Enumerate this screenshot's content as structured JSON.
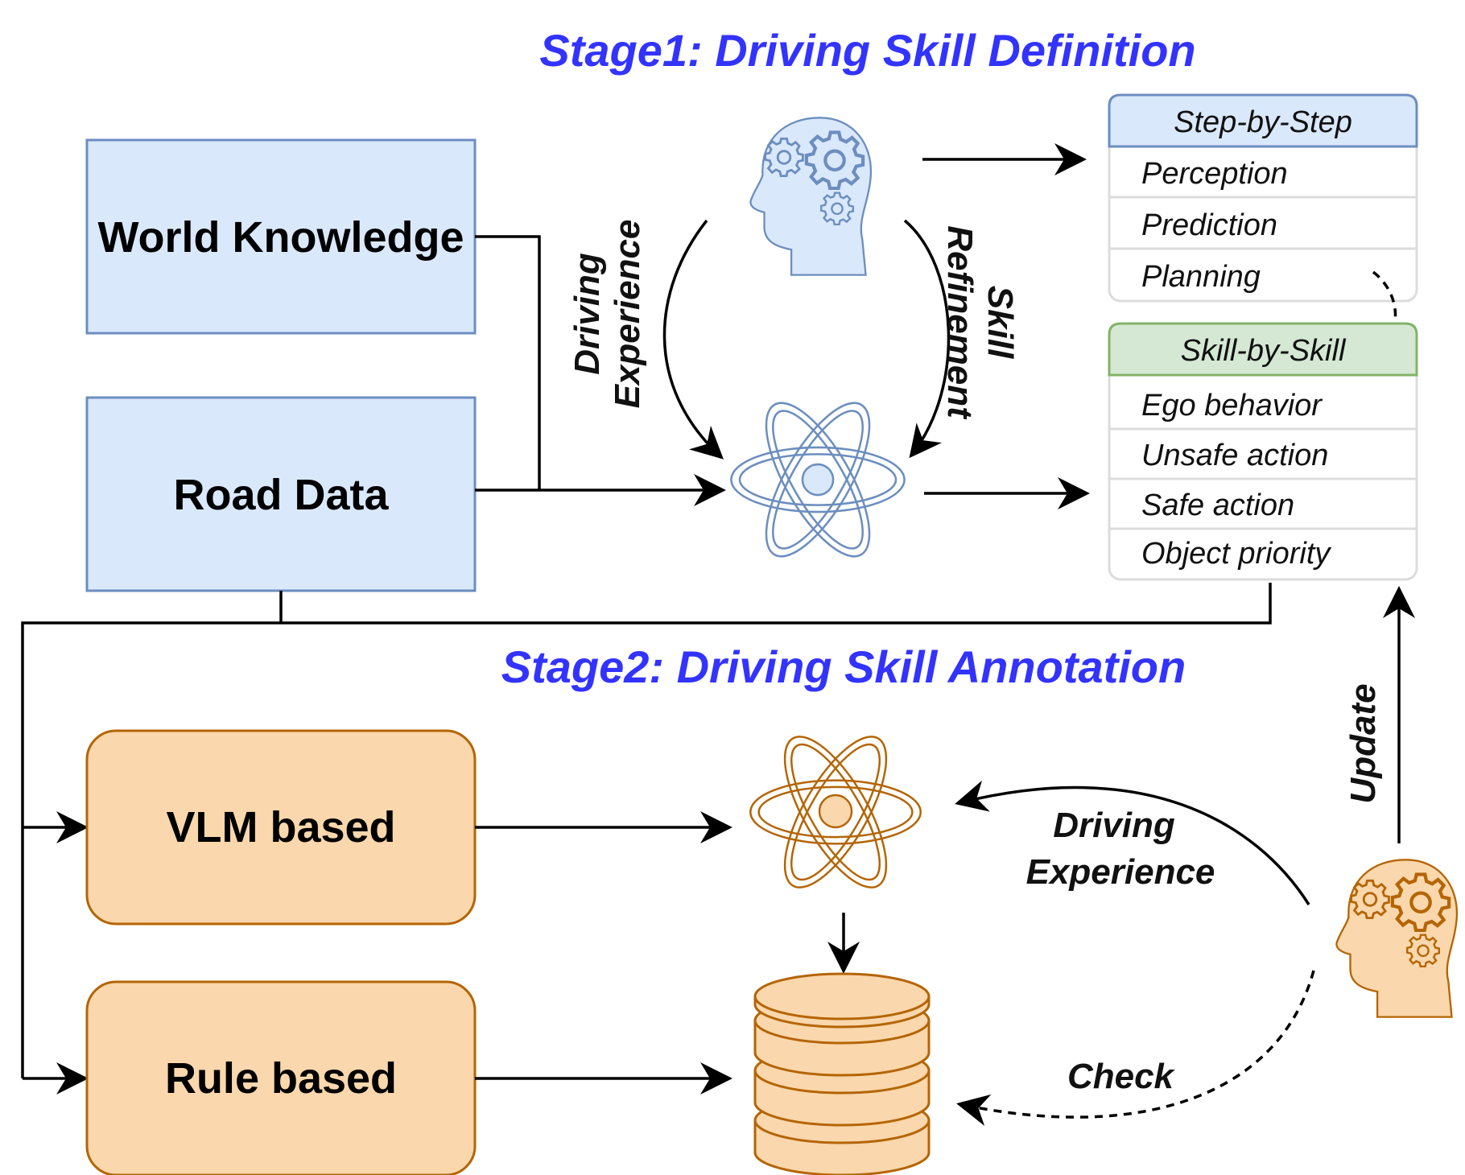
{
  "stage1": {
    "title": "Stage1: Driving Skill Definition"
  },
  "stage2": {
    "title": "Stage2: Driving Skill Annotation"
  },
  "inputs": {
    "world_knowledge": "World Knowledge",
    "road_data": "Road Data"
  },
  "annotators": {
    "vlm": "VLM based",
    "rule": "Rule based"
  },
  "step_list": {
    "header": "Step-by-Step",
    "items": [
      "Perception",
      "Prediction",
      "Planning"
    ]
  },
  "skill_list": {
    "header": "Skill-by-Skill",
    "items": [
      "Ego behavior",
      "Unsafe action",
      "Safe action",
      "Object priority"
    ]
  },
  "edge_labels": {
    "driving_experience_line1": "Driving",
    "driving_experience_line2": "Experience",
    "skill_refinement_line1": "Skill",
    "skill_refinement_line2": "Refinement",
    "update": "Update",
    "check": "Check"
  },
  "icons": {
    "expert_top": "human-head-gears-icon",
    "model_top": "atom-icon",
    "model_bottom": "atom-icon",
    "database": "database-icon",
    "expert_bottom": "human-head-gears-icon"
  },
  "colors": {
    "blue_fill": "#dae8fc",
    "blue_stroke": "#6c8ebf",
    "orange_fill": "#fad7ac",
    "orange_stroke": "#b46504",
    "green_fill": "#d5e8d4",
    "green_stroke": "#82b366",
    "title_blue": "#3333ff"
  }
}
